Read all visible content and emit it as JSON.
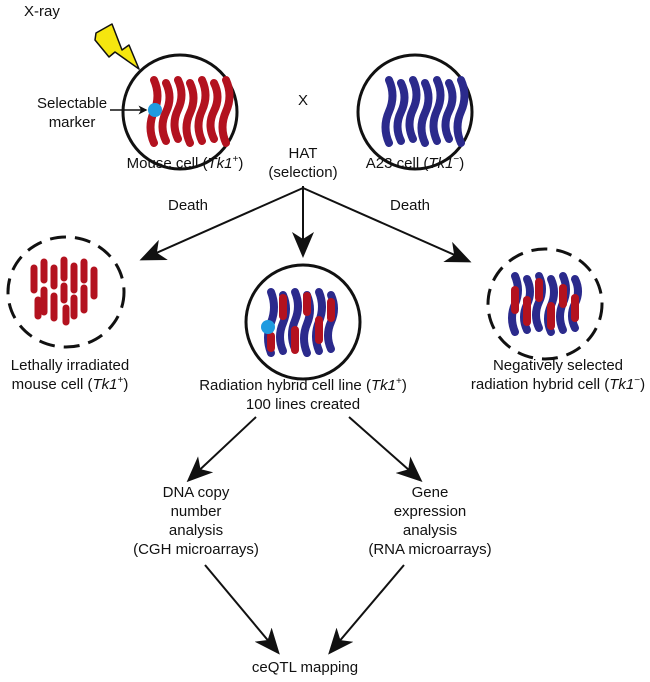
{
  "colors": {
    "mouse_chromosome": "#b3121f",
    "a23_chromosome": "#2b2a8c",
    "marker": "#1e9be0",
    "lightning": "#f5e60f",
    "outline": "#111111"
  },
  "labels": {
    "xray": "X-ray",
    "selectable_marker_1": "Selectable",
    "selectable_marker_2": "marker",
    "cross": "X",
    "hat_1": "HAT",
    "hat_2": "(selection)",
    "mouse_cell": {
      "prefix": "Mouse cell (",
      "gene": "Tk1",
      "sup": "+",
      "suffix": ")"
    },
    "a23_cell": {
      "prefix": "A23 cell (",
      "gene": "Tk1",
      "sup": "−",
      "suffix": ")"
    },
    "death_left": "Death",
    "death_right": "Death",
    "lethal_1": "Lethally irradiated",
    "lethal_2": {
      "prefix": "mouse cell (",
      "gene": "Tk1",
      "sup": "+",
      "suffix": ")"
    },
    "hybrid_1": {
      "prefix": "Radiation hybrid cell line (",
      "gene": "Tk1",
      "sup": "+",
      "suffix": ")"
    },
    "hybrid_2": "100 lines created",
    "negative_1": "Negatively selected",
    "negative_2": {
      "prefix": "radiation hybrid cell (",
      "gene": "Tk1",
      "sup": "−",
      "suffix": ")"
    },
    "dna": [
      "DNA copy",
      "number",
      "analysis",
      "(CGH microarrays)"
    ],
    "gene": [
      "Gene",
      "expression",
      "analysis",
      "(RNA microarrays)"
    ],
    "ceqtl": "ceQTL mapping"
  }
}
